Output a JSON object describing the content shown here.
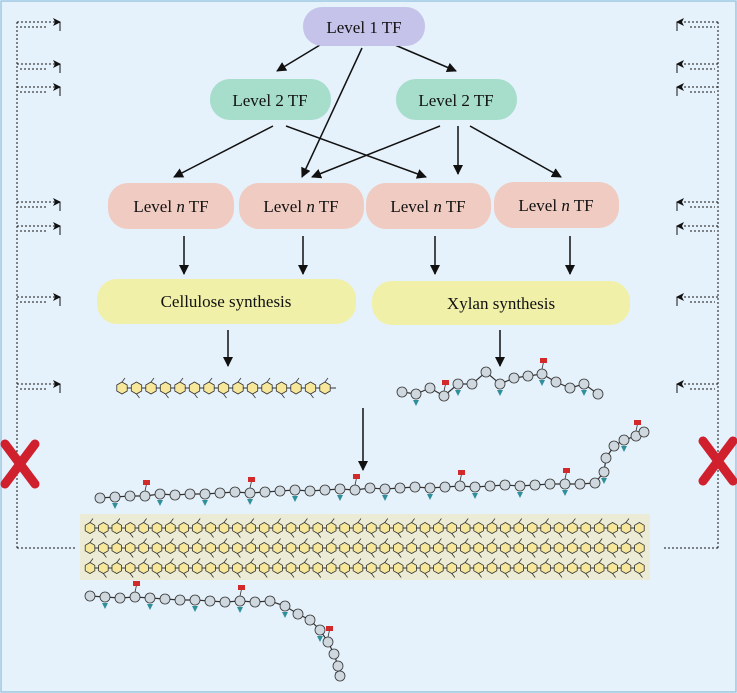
{
  "diagram": {
    "colors": {
      "background": "#e6f2fb",
      "level1": "#c5c3ea",
      "level2": "#a6ddcb",
      "leveln": "#f0cbc2",
      "synthesis": "#f0f0a8",
      "cellulose_unit": "#f6e79a",
      "xylan_unit": "#cfd8de",
      "side_group": "#2f8f9a",
      "acetyl": "#d22a2a",
      "reject_mark": "#d0202e",
      "microfibril": "#ecebd5"
    },
    "nodes": {
      "level1": "Level 1 TF",
      "level2_left": "Level 2 TF",
      "level2_right": "Level 2 TF",
      "level_n": [
        {
          "prefix": "Level ",
          "italic": "n",
          "suffix": " TF"
        },
        {
          "prefix": "Level ",
          "italic": "n",
          "suffix": " TF"
        },
        {
          "prefix": "Level ",
          "italic": "n",
          "suffix": " TF"
        },
        {
          "prefix": "Level ",
          "italic": "n",
          "suffix": " TF"
        }
      ],
      "cellulose": "Cellulose synthesis",
      "xylan": "Xylan synthesis"
    },
    "icons": {
      "feedback": "dotted-feedback-arrow-icon",
      "reject": "red-x-icon",
      "glucose_chain": "cellulose-chain-icon",
      "xylan_chain": "xylan-chain-icon"
    }
  }
}
